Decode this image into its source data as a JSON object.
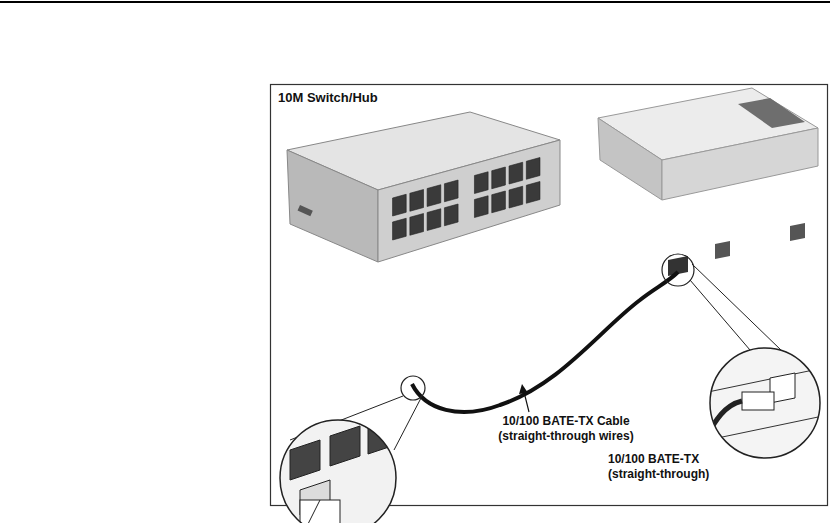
{
  "diagram": {
    "labels": [
      "10M Switch/Hub",
      "10/100 BATE-TX Cable (straight-through wires)",
      "10/100 BATE-TX (straight-through)"
    ]
  }
}
